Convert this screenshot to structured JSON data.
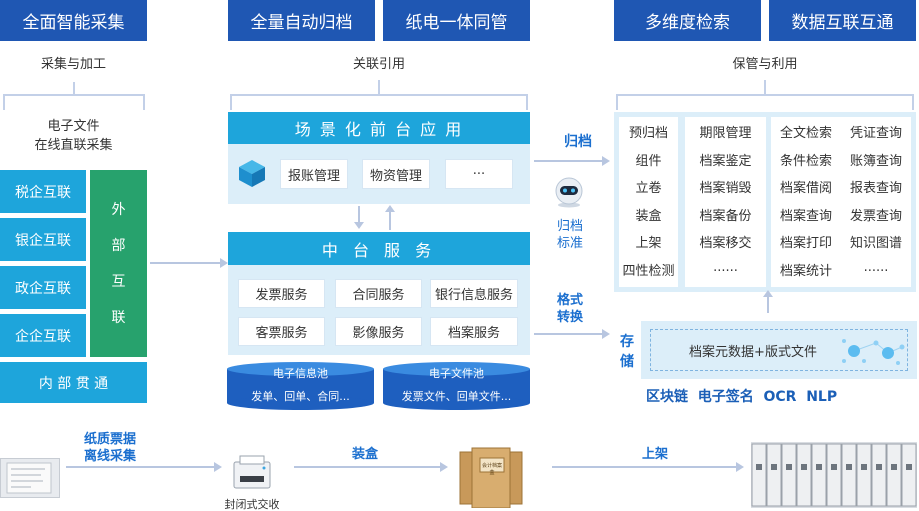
{
  "headers": {
    "collect": "全面智能采集",
    "archive": "全量自动归档",
    "paper_digital": "纸电一体同管",
    "search": "多维度检索",
    "interconnect": "数据互联互通"
  },
  "subtitles": {
    "collect": "采集与加工",
    "reference": "关联引用",
    "preserve": "保管与利用"
  },
  "left": {
    "title_line1": "电子文件",
    "title_line2": "在线直联采集",
    "items": [
      "税企互联",
      "银企互联",
      "政企互联",
      "企企互联"
    ],
    "external": "外部互联",
    "internal": "内 部 贯 通"
  },
  "middle": {
    "scene_title": "场 景 化 前 台 应 用",
    "scene_items": [
      "报账管理",
      "物资管理",
      "···"
    ],
    "mid_title": "中 台 服 务",
    "services": [
      "发票服务",
      "合同服务",
      "银行信息服务",
      "客票服务",
      "影像服务",
      "档案服务"
    ],
    "pool1_title": "电子信息池",
    "pool1_text": "发单、回单、合同...",
    "pool2_title": "电子文件池",
    "pool2_text": "发票文件、回单文件..."
  },
  "connectors": {
    "archive": "归档",
    "archive_std_1": "归档",
    "archive_std_2": "标准",
    "format_1": "格式",
    "format_2": "转换"
  },
  "right": {
    "col1": [
      "预归档",
      "组件",
      "立卷",
      "装盒",
      "上架",
      "四性检测"
    ],
    "col2": [
      "期限管理",
      "档案鉴定",
      "档案销毁",
      "档案备份",
      "档案移交",
      "······"
    ],
    "col3": [
      "全文检索",
      "条件检索",
      "档案借阅",
      "档案查询",
      "档案打印",
      "档案统计"
    ],
    "col4": [
      "凭证查询",
      "账簿查询",
      "报表查询",
      "发票查询",
      "知识图谱",
      "······"
    ],
    "store_label": "存储",
    "store_text": "档案元数据+版式文件",
    "tech": "区块链  电子签名  OCR  NLP"
  },
  "bottom": {
    "paper_1": "纸质票据",
    "paper_2": "离线采集",
    "device": "封闭式交收",
    "box": "装盒",
    "box_label": "会计档案盒",
    "shelf": "上架"
  },
  "colors": {
    "header_blue": "#1f57b3",
    "teal": "#1ea5db",
    "green": "#27a26d",
    "panel": "#dceef9",
    "label_blue": "#1b6fcf"
  }
}
